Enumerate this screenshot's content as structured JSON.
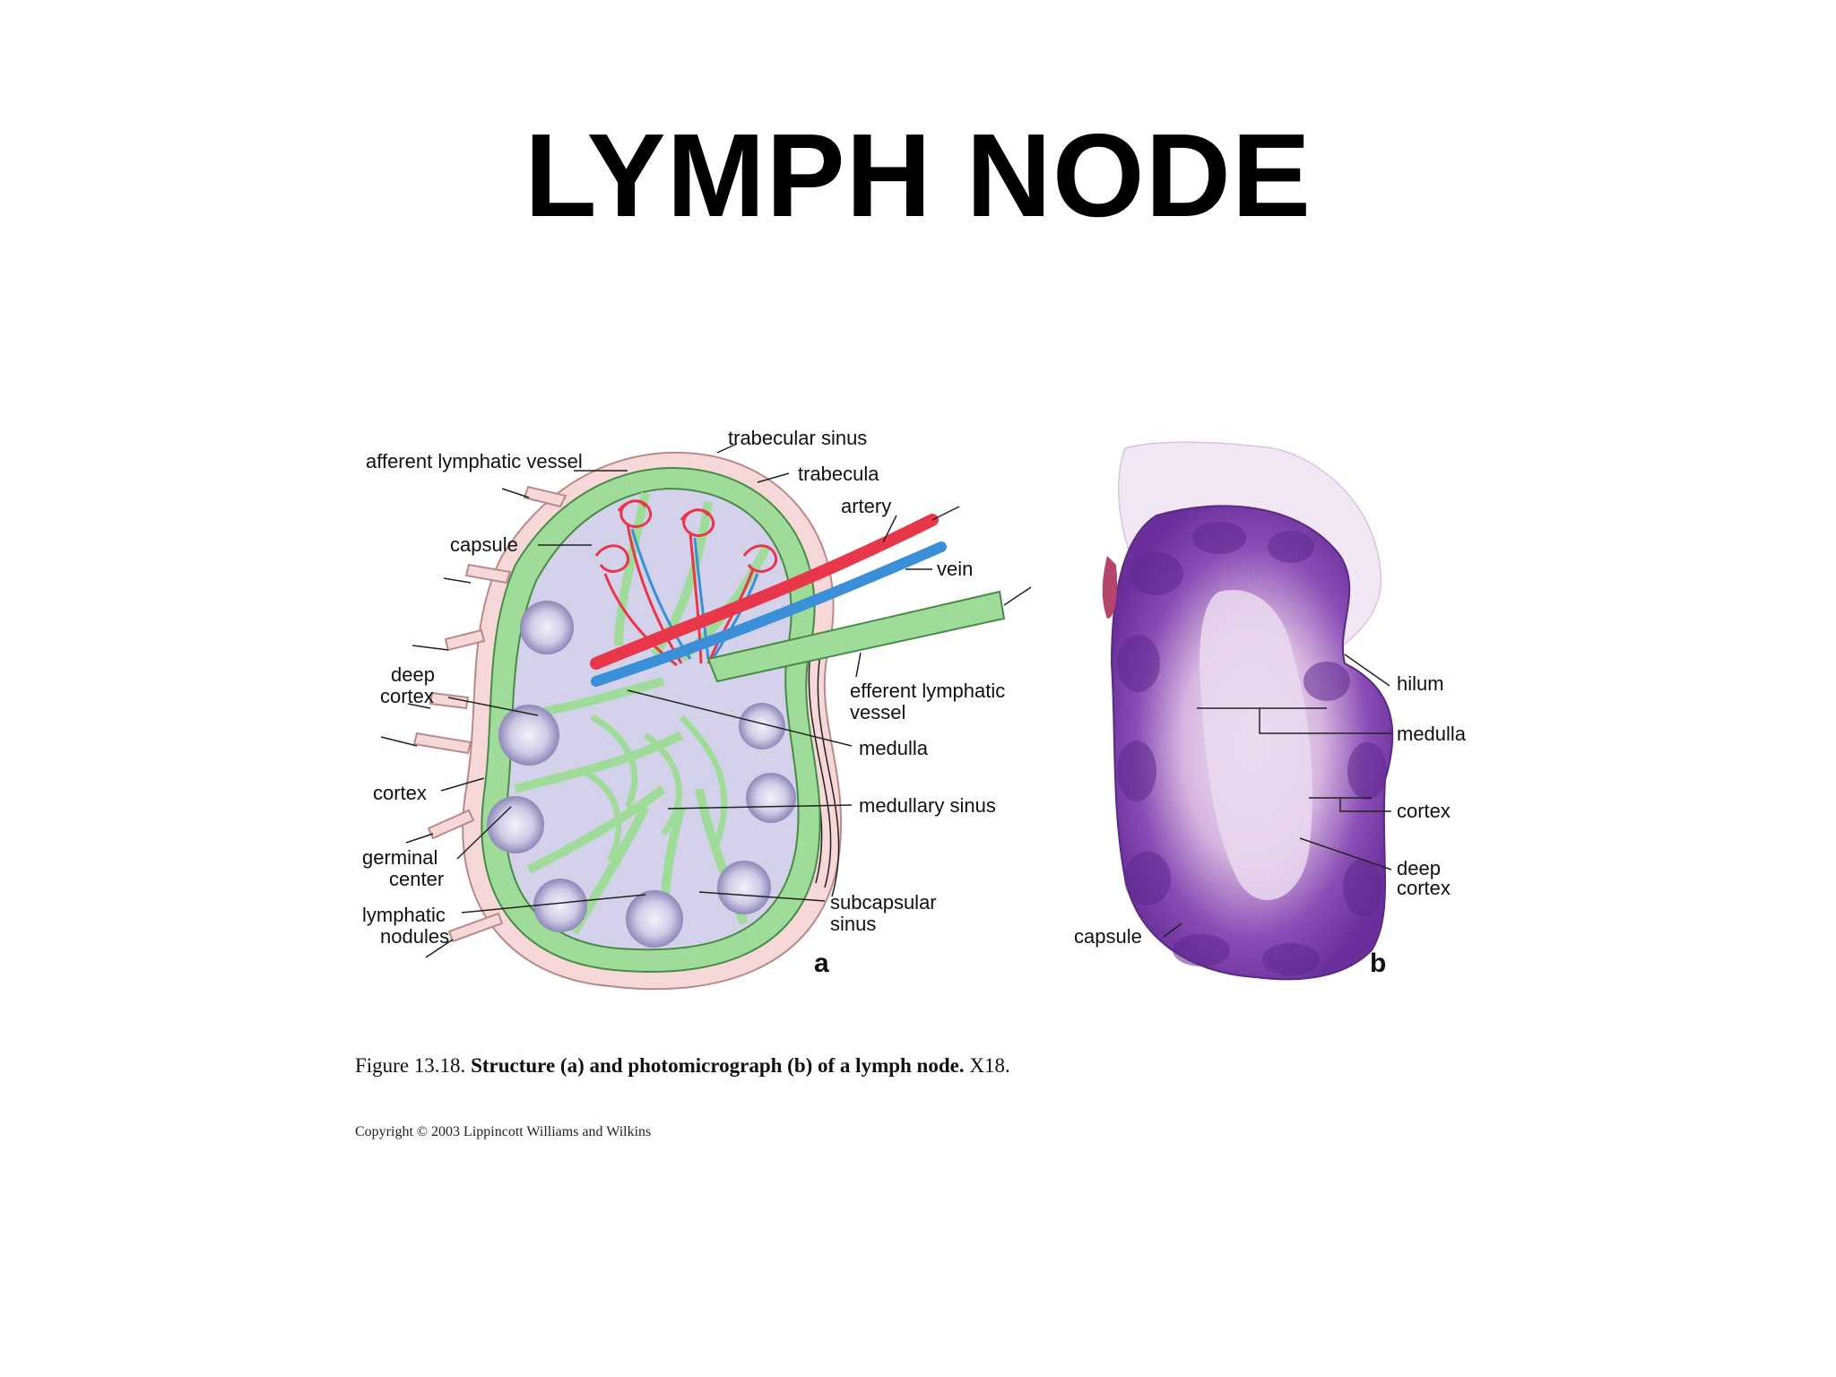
{
  "slide": {
    "title": "LYMPH NODE"
  },
  "figure_a": {
    "panel_letter": "a",
    "labels": {
      "trabecular_sinus": "trabecular sinus",
      "afferent_lymphatic_vessel": "afferent lymphatic vessel",
      "trabecula": "trabecula",
      "artery": "artery",
      "capsule": "capsule",
      "vein": "vein",
      "deep": "deep",
      "cortex_deep": "cortex",
      "efferent_lymphatic": "efferent lymphatic",
      "vessel": "vessel",
      "medulla": "medulla",
      "cortex": "cortex",
      "medullary_sinus": "medullary sinus",
      "germinal": "germinal",
      "center": "center",
      "lymphatic": "lymphatic",
      "nodules": "nodules",
      "subcapsular": "subcapsular",
      "sinus": "sinus"
    }
  },
  "figure_b": {
    "panel_letter": "b",
    "labels": {
      "hilum": "hilum",
      "medulla": "medulla",
      "cortex": "cortex",
      "deep": "deep",
      "deep_cortex": "cortex",
      "capsule": "capsule"
    }
  },
  "caption": {
    "prefix": "Figure 13.18.",
    "bold": "Structure (a) and photomicrograph (b) of a lymph node.",
    "suffix": "X18."
  },
  "copyright": "Copyright © 2003 Lippincott Williams and Wilkins",
  "colors": {
    "capsule_pink": "#f6d8d8",
    "sinus_green": "#9fdc9a",
    "parenchyma_lilac": "#d4d2ea",
    "artery_red": "#e8364a",
    "vein_blue": "#3a8fd8",
    "stain_purple": "#7a3fa8",
    "stain_pale": "#e9d7ee"
  }
}
